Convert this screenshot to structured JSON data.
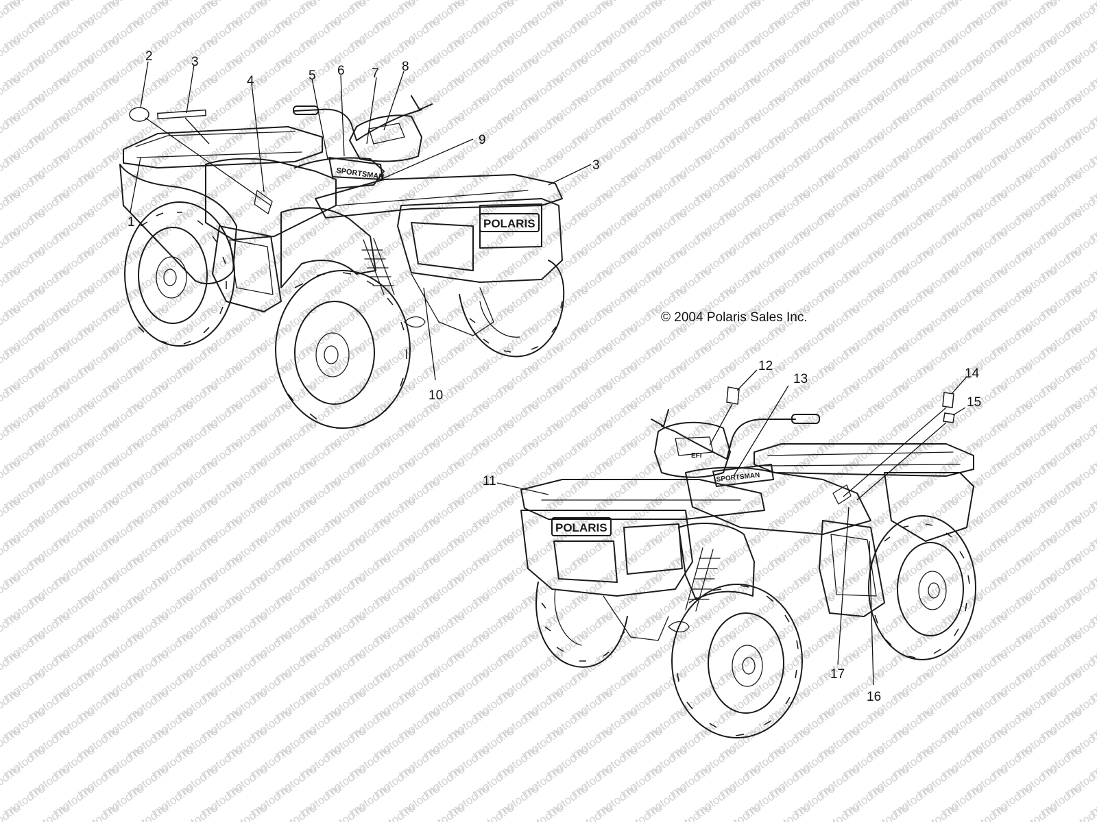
{
  "watermark": "motod.ru",
  "copyright": "© 2004 Polaris Sales Inc.",
  "logo_text": "POLARIS",
  "callouts_top": [
    "1",
    "2",
    "3",
    "4",
    "5",
    "6",
    "7",
    "8",
    "9",
    "3",
    "10"
  ],
  "callouts_bottom": [
    "11",
    "12",
    "13",
    "14",
    "15",
    "16",
    "17"
  ]
}
